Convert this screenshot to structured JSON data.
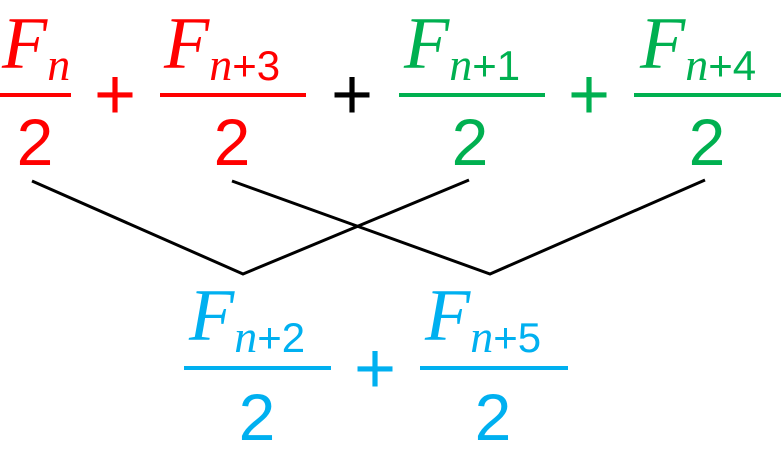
{
  "colors": {
    "red": "#ff0000",
    "green": "#00b050",
    "blue": "#00b0f0",
    "black": "#000000"
  },
  "top": {
    "t1": {
      "letter": "F",
      "sub_var": "n",
      "sub_rest": "",
      "den": "2"
    },
    "p1": "+",
    "t2": {
      "letter": "F",
      "sub_var": "n",
      "sub_rest": "+3",
      "den": "2"
    },
    "p2": "+",
    "t3": {
      "letter": "F",
      "sub_var": "n",
      "sub_rest": "+1",
      "den": "2"
    },
    "p3": "+",
    "t4": {
      "letter": "F",
      "sub_var": "n",
      "sub_rest": "+4",
      "den": "2"
    }
  },
  "bottom": {
    "t1": {
      "letter": "F",
      "sub_var": "n",
      "sub_rest": "+2",
      "den": "2"
    },
    "p1": "+",
    "t2": {
      "letter": "F",
      "sub_var": "n",
      "sub_rest": "+5",
      "den": "2"
    }
  }
}
